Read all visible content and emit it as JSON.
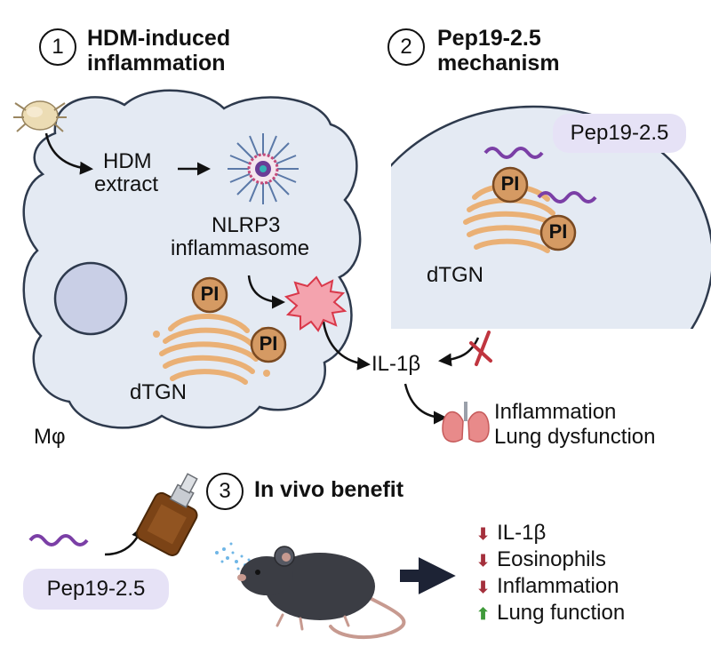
{
  "panel1": {
    "number": "1",
    "title_line1": "HDM-induced",
    "title_line2": "inflammation",
    "hdm_extract_line1": "HDM",
    "hdm_extract_line2": "extract",
    "nlrp3_line1": "NLRP3",
    "nlrp3_line2": "inflammasome",
    "pi_label": "PI",
    "dtgn_label": "dTGN",
    "cell_label": "Mφ",
    "il1b": "IL-1β",
    "outcome_line1": "Inflammation",
    "outcome_line2": "Lung dysfunction"
  },
  "panel2": {
    "number": "2",
    "title_line1": "Pep19-2.5",
    "title_line2": "mechanism",
    "peptide_label": "Pep19-2.5",
    "pi_label": "PI",
    "dtgn_label": "dTGN"
  },
  "panel3": {
    "number": "3",
    "title": "In vivo benefit",
    "peptide_label": "Pep19-2.5",
    "results": [
      {
        "direction": "down",
        "arrow": "⬇",
        "text": "IL-1β"
      },
      {
        "direction": "down",
        "arrow": "⬇",
        "text": "Eosinophils"
      },
      {
        "direction": "down",
        "arrow": "⬇",
        "text": "Inflammation"
      },
      {
        "direction": "up",
        "arrow": "⬆",
        "text": "Lung function"
      }
    ]
  },
  "colors": {
    "cell_fill": "#e4eaf3",
    "cell_stroke": "#2e3a4d",
    "nucleus_fill": "#c9cfe6",
    "golgi": "#f2c08f",
    "pi_fill": "#d59a63",
    "peptide": "#7b3fa6",
    "pill_bg": "#e6e2f6",
    "inflammasome": "#e34d5f",
    "block_x": "#c0353f",
    "big_arrow": "#1d2335"
  },
  "icons": [
    "dust-mite-icon",
    "nlrp3-ring-icon",
    "inflammasome-burst-icon",
    "lungs-icon",
    "spray-bottle-icon",
    "mouse-icon",
    "peptide-icon",
    "block-x-icon"
  ]
}
